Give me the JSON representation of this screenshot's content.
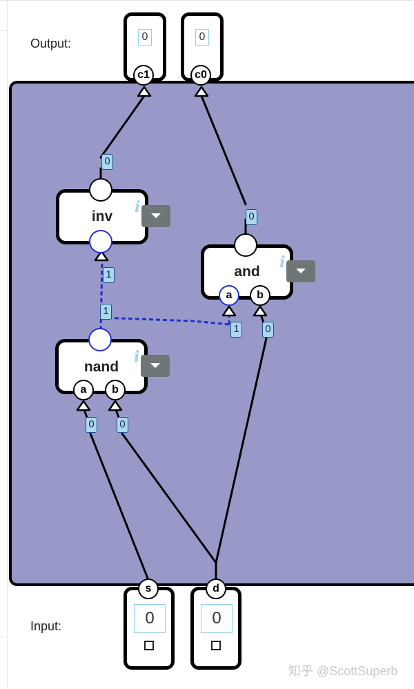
{
  "labels": {
    "output": "Output:",
    "input": "Input:"
  },
  "outputs": [
    {
      "pin": "c1",
      "value": "0"
    },
    {
      "pin": "c0",
      "value": "0"
    }
  ],
  "inputs": [
    {
      "pin": "s",
      "value": "0"
    },
    {
      "pin": "d",
      "value": "0"
    }
  ],
  "gates": {
    "inv": {
      "label": "inv",
      "info": "i"
    },
    "and": {
      "label": "and",
      "info": "i",
      "pin_a": "a",
      "pin_b": "b"
    },
    "nand": {
      "label": "nand",
      "info": "i",
      "pin_a": "a",
      "pin_b": "b"
    }
  },
  "wire_values": {
    "inv_out": "0",
    "and_out": "0",
    "inv_in": "1",
    "nand_out": "1",
    "and_a": "1",
    "and_b": "0",
    "nand_a": "0",
    "nand_b": "0"
  },
  "colors": {
    "panel": "#9999c9",
    "wire_active": "#1f2fcf",
    "wire_inactive": "#000000",
    "wire_value_bg": "#aad8ee",
    "dropdown": "#6e7678"
  },
  "watermark": "知乎 @ScottSuperb"
}
